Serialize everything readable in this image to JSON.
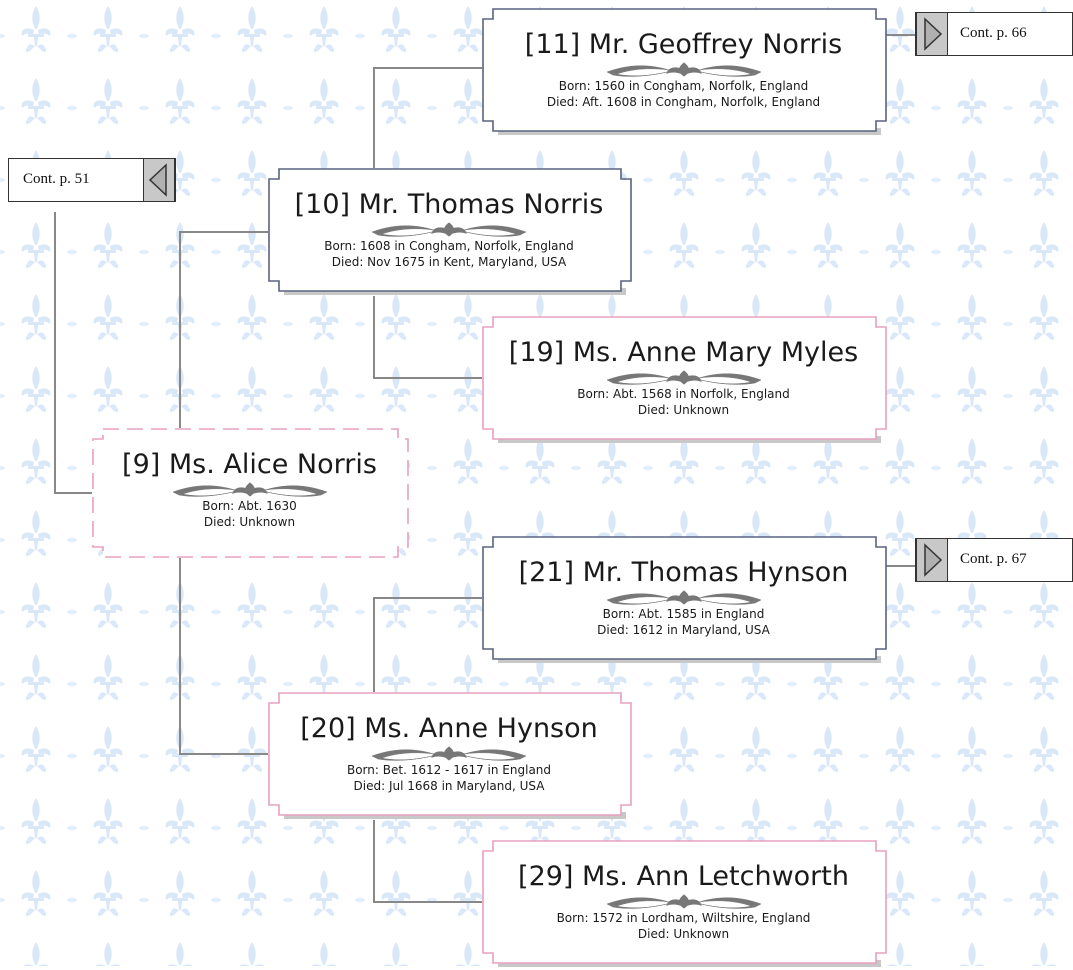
{
  "persons": [
    {
      "id": "p11",
      "name": "[11] Mr. Geoffrey Norris",
      "born": "Born: 1560 in Congham, Norfolk, England",
      "died": "Died: Aft. 1608 in Congham, Norfolk, England",
      "sex": "male"
    },
    {
      "id": "p10",
      "name": "[10] Mr. Thomas Norris",
      "born": "Born: 1608 in Congham, Norfolk, England",
      "died": "Died: Nov 1675 in Kent, Maryland, USA",
      "sex": "male"
    },
    {
      "id": "p19",
      "name": "[19] Ms. Anne Mary Myles",
      "born": "Born: Abt. 1568 in Norfolk, England",
      "died": "Died: Unknown",
      "sex": "female"
    },
    {
      "id": "p9",
      "name": "[9] Ms. Alice Norris",
      "born": "Born: Abt. 1630",
      "died": "Died: Unknown",
      "sex": "female-root"
    },
    {
      "id": "p21",
      "name": "[21] Mr. Thomas Hynson",
      "born": "Born: Abt. 1585 in England",
      "died": "Died: 1612 in Maryland, USA",
      "sex": "male"
    },
    {
      "id": "p20",
      "name": "[20] Ms. Anne Hynson",
      "born": "Born: Bet. 1612 - 1617 in England",
      "died": "Died: Jul 1668 in Maryland, USA",
      "sex": "female"
    },
    {
      "id": "p29",
      "name": "[29] Ms. Ann Letchworth",
      "born": "Born: 1572 in Lordham, Wiltshire, England",
      "died": "Died: Unknown",
      "sex": "female"
    }
  ],
  "continuations": [
    {
      "id": "c66",
      "label": "Cont. p. 66",
      "direction": "right"
    },
    {
      "id": "c51",
      "label": "Cont. p. 51",
      "direction": "left"
    },
    {
      "id": "c67",
      "label": "Cont. p. 67",
      "direction": "right"
    }
  ],
  "colors": {
    "male_border": "#5a6280",
    "female_border": "#e8a0c0",
    "shadow": "#c8c8c8",
    "connector": "#888888",
    "background_motif": "#d8e8f8"
  }
}
